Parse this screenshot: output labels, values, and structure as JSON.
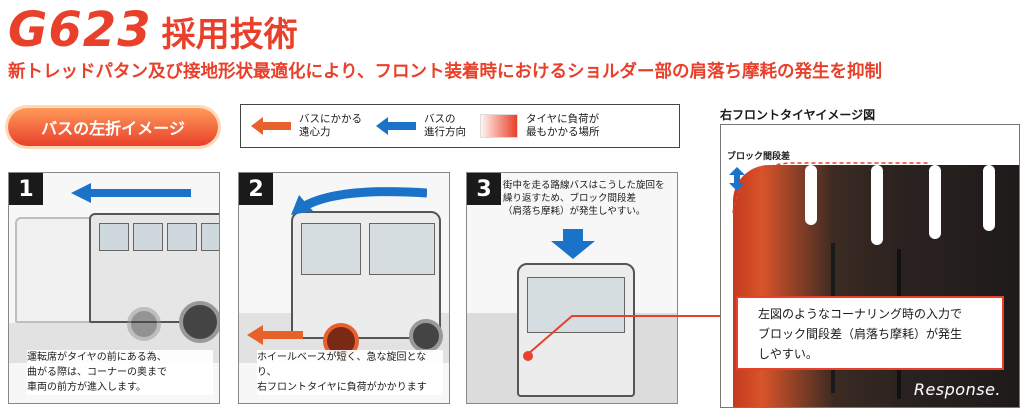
{
  "header": {
    "model": "G623",
    "title_suffix": "採用技術",
    "subtitle": "新トレッドパタン及び接地形状最適化により、フロント装着時におけるショルダー部の肩落ち摩耗の発生を抑制"
  },
  "badge": {
    "label": "バスの左折イメージ"
  },
  "legend": {
    "centrifugal": "バスにかかる\n遠心力",
    "direction": "バスの\n進行方向",
    "load": "タイヤに負荷が\n最もかかる場所"
  },
  "right_title": "右フロントタイヤイメージ図",
  "panels": [
    {
      "num": "1",
      "caption": "運転席がタイヤの前にある為、\n曲がる際は、コーナーの奥まで\n車両の前方が進入します。"
    },
    {
      "num": "2",
      "caption": "ホイールベースが短く、急な旋回となり、\n右フロントタイヤに負荷がかかります"
    },
    {
      "num": "3",
      "caption": "街中を走る路線バスはこうした旋回を\n繰り返すため、ブロック間段差\n（肩落ち摩耗）が発生しやすい。"
    }
  ],
  "tire": {
    "step_label": "ブロック間段差",
    "callout": "左図のようなコーナリング時の入力で\nブロック間段差（肩落ち摩耗）が発生\nしやすい。",
    "watermark": "Response."
  },
  "colors": {
    "accent": "#e8402a",
    "direction_arrow": "#1a73c8"
  },
  "icons": [
    "orange-arrow-left-icon",
    "blue-arrow-left-icon",
    "gradient-swatch-icon"
  ]
}
